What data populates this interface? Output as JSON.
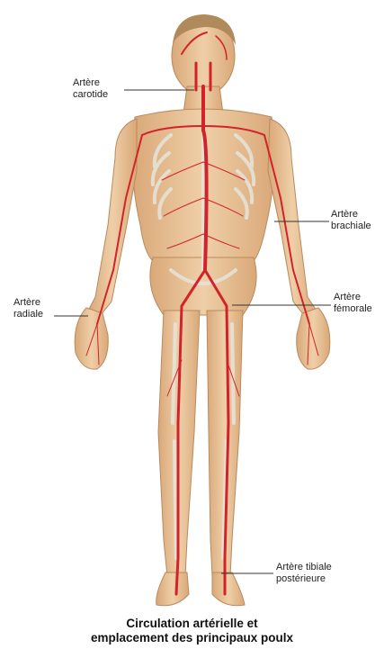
{
  "labels": {
    "carotide": [
      "Artère",
      "carotide"
    ],
    "brachiale": [
      "Artère",
      "brachiale"
    ],
    "radiale": [
      "Artère",
      "radiale"
    ],
    "femorale": [
      "Artère",
      "fémorale"
    ],
    "tibiale": [
      "Artère tibiale",
      "postérieure"
    ]
  },
  "caption": [
    "Circulation artérielle et",
    "emplacement des principaux poulx"
  ],
  "colors": {
    "skin": "#e9c49b",
    "skin_shadow": "#c99a6c",
    "bone": "#ecebe4",
    "artery": "#d2232a",
    "hair": "#b08a5a"
  }
}
